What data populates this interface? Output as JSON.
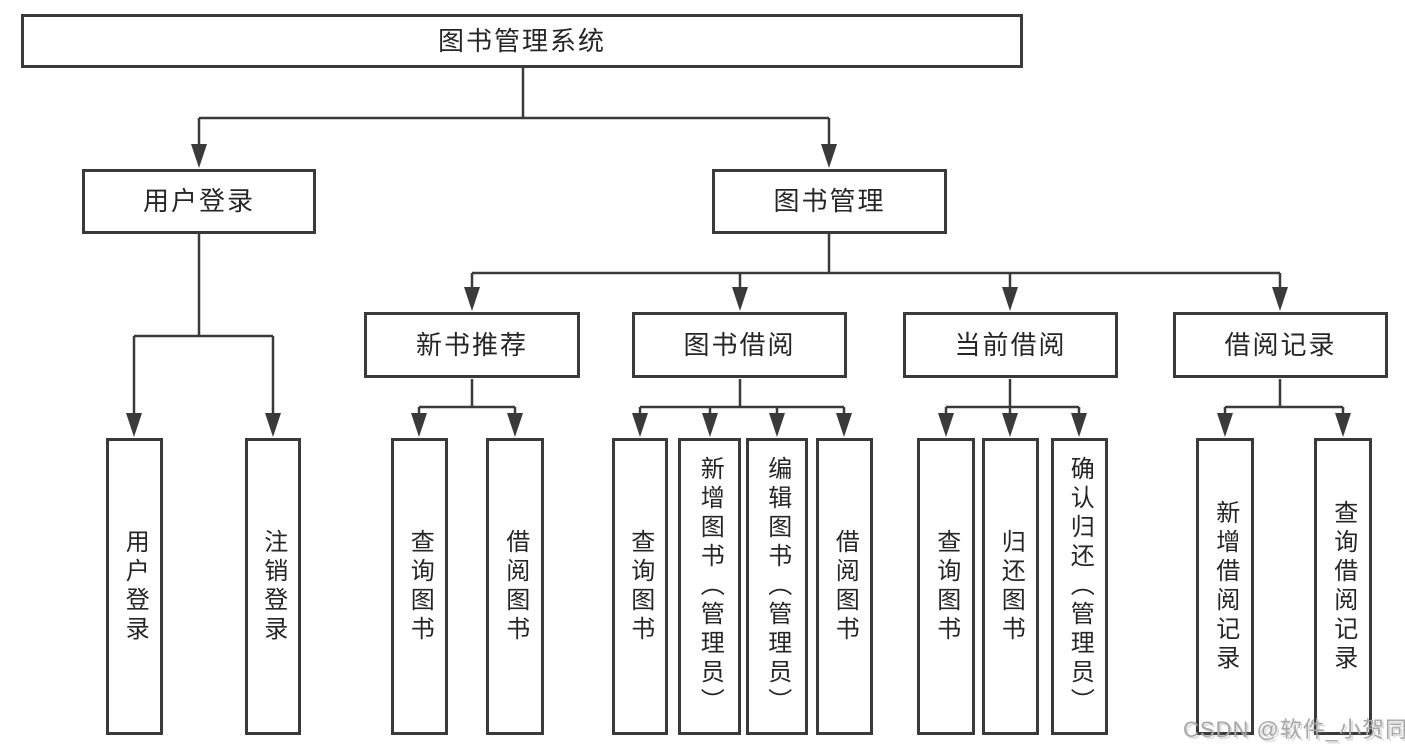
{
  "style": {
    "background_color": "#ffffff",
    "line_color": "#3a3a3a",
    "box_border_color": "#3a3a3a",
    "text_color": "#262626",
    "watermark_color": "#a8a8a8"
  },
  "watermark": {
    "text": "CSDN @软件_小贺同学"
  },
  "tree": {
    "label": "图书管理系统",
    "children": [
      {
        "label": "用户登录",
        "children": [
          {
            "label": "用户登录"
          },
          {
            "label": "注销登录"
          }
        ]
      },
      {
        "label": "图书管理",
        "children": [
          {
            "label": "新书推荐",
            "children": [
              {
                "label": "查询图书"
              },
              {
                "label": "借阅图书"
              }
            ]
          },
          {
            "label": "图书借阅",
            "children": [
              {
                "label": "查询图书"
              },
              {
                "label": "新增图书（管理员）"
              },
              {
                "label": "编辑图书（管理员）"
              },
              {
                "label": "借阅图书"
              }
            ]
          },
          {
            "label": "当前借阅",
            "children": [
              {
                "label": "查询图书"
              },
              {
                "label": "归还图书"
              },
              {
                "label": "确认归还（管理员）"
              }
            ]
          },
          {
            "label": "借阅记录",
            "children": [
              {
                "label": "新增借阅记录"
              },
              {
                "label": "查询借阅记录"
              }
            ]
          }
        ]
      }
    ]
  }
}
